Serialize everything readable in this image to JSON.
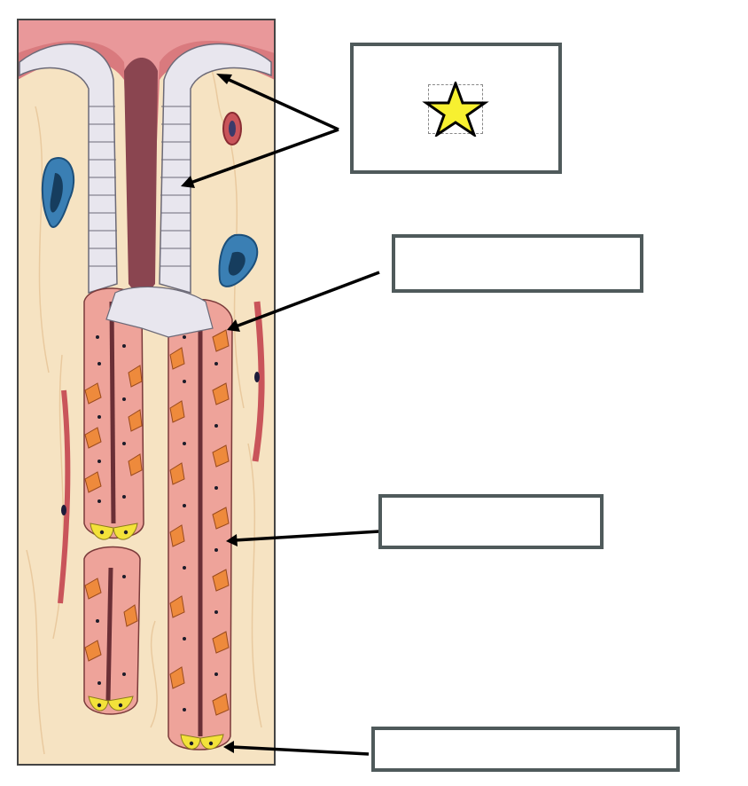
{
  "diagram": {
    "label_boxes": [
      {
        "id": "box-1",
        "text": ""
      },
      {
        "id": "box-2",
        "text": ""
      },
      {
        "id": "box-3",
        "text": ""
      },
      {
        "id": "box-4",
        "text": ""
      }
    ],
    "marker": {
      "icon": "star-icon",
      "fill": "#f7f030",
      "stroke": "#000000"
    }
  },
  "colors": {
    "border": "#4f5a5b",
    "tissue_bg": "#f6e3c2",
    "lumen": "#c9545a",
    "epithelium": "#e8e6ee",
    "parietal_cells": "#ee8a3c",
    "chief_cells_pink": "#eea39a",
    "base_cells": "#f3e23a",
    "vessel_blue": "#3a7fb4"
  }
}
